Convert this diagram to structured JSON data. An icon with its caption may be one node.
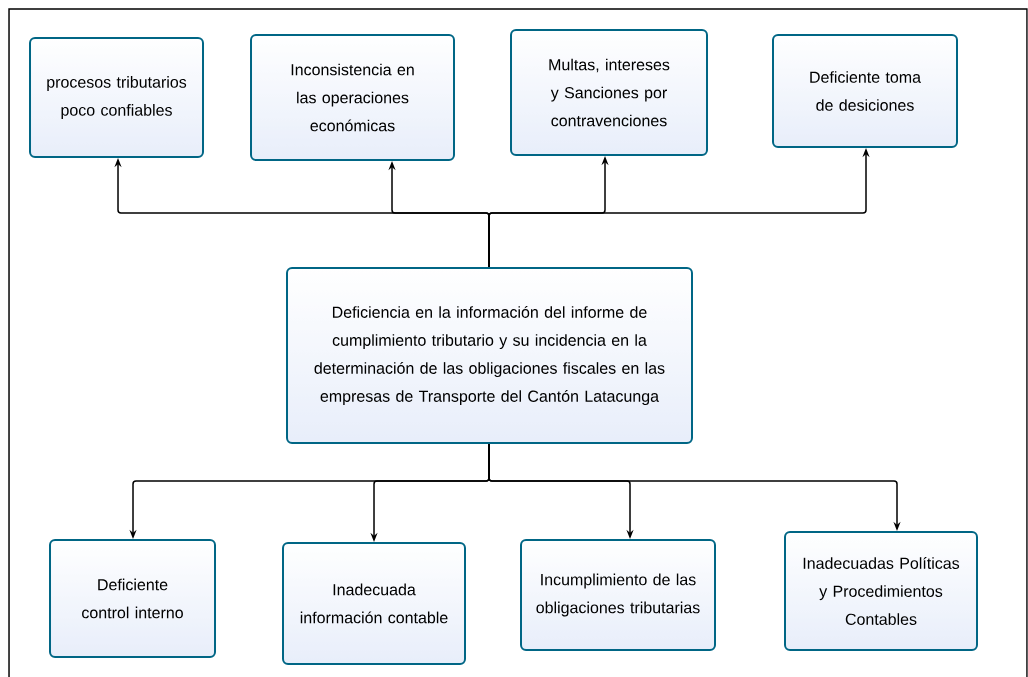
{
  "diagram": {
    "nodes": [
      {
        "text": [
          "procesos tributarios poco confiables"
        ]
      },
      {
        "text": [
          "Inconsistencia en las operaciones económicas"
        ]
      },
      {
        "text": [
          "Multas, intereses y Sanciones por contravenciones"
        ]
      },
      {
        "text": [
          "Deficiente toma de desiciones"
        ]
      },
      {
        "text": [
          "Deficiencia en la información del informe de cumplimiento tributario y su incidencia en la determinación de las obligaciones fiscales en las empresas de Transporte del Cantón Latacunga"
        ]
      },
      {
        "text": [
          "Deficiente control interno"
        ]
      },
      {
        "text": [
          "Inadecuada información contable"
        ]
      },
      {
        "text": [
          "Incumplimiento de las obligaciones tributarias"
        ]
      },
      {
        "text": [
          "Inadecuadas Políticas y Procedimientos Contables"
        ]
      }
    ],
    "edges": [
      {
        "from": 4,
        "to": 0,
        "arrow": "to"
      },
      {
        "from": 4,
        "to": 1,
        "arrow": "to"
      },
      {
        "from": 4,
        "to": 2,
        "arrow": "to"
      },
      {
        "from": 4,
        "to": 3,
        "arrow": "to"
      },
      {
        "from": 4,
        "to": 5,
        "arrow": "to"
      },
      {
        "from": 4,
        "to": 6,
        "arrow": "to"
      },
      {
        "from": 4,
        "to": 7,
        "arrow": "to"
      },
      {
        "from": 4,
        "to": 8,
        "arrow": "to"
      }
    ]
  }
}
